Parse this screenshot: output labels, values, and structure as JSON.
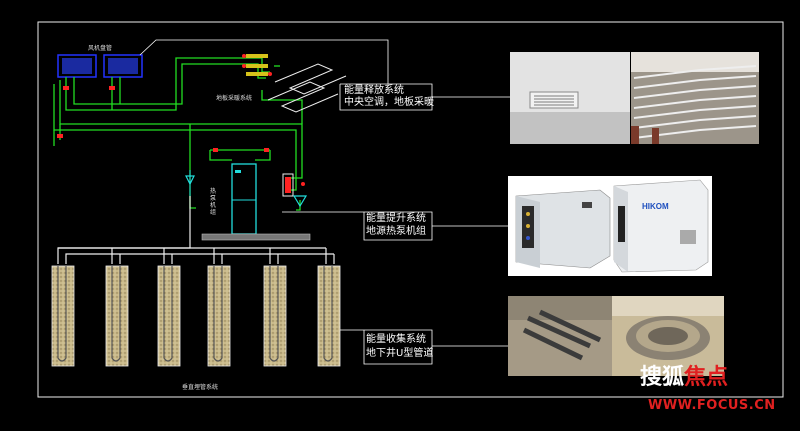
{
  "labels": {
    "fancoil": "风机盘管",
    "floorheat": "地板采暖系统",
    "heatpump_vertical": "热泵机组",
    "vertical_pipe": "垂直埋管系统"
  },
  "annotations": [
    {
      "title": "能量释放系统",
      "detail": "中央空调，地板采暖"
    },
    {
      "title": "能量提升系统",
      "detail": "地源热泵机组"
    },
    {
      "title": "能量收集系统",
      "detail": "地下井U型管道"
    }
  ],
  "brand_badge": "HIKOM",
  "watermark": {
    "cn": "搜狐",
    "red": "焦点",
    "url": "WWW.FOCUS.CN"
  },
  "colors": {
    "pipe": "#22dd22",
    "frame": "#ffffff",
    "accent": "#ff2222",
    "cyan": "#22dddd",
    "blue": "#2233aa"
  }
}
